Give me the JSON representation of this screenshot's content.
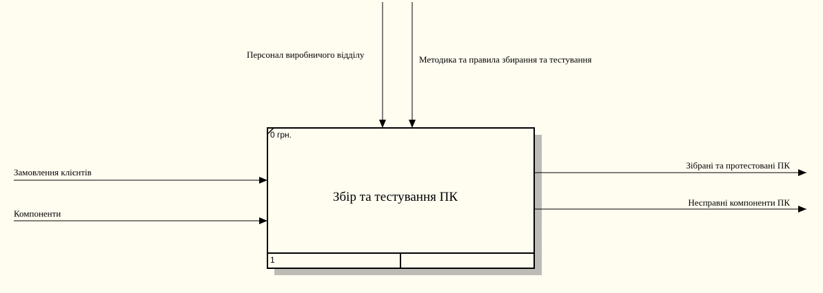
{
  "activity": {
    "title": "Збір та тестування ПК",
    "cost": "0 грн.",
    "node_number": "1"
  },
  "controls": [
    {
      "label": "Персонал виробничого відділу"
    },
    {
      "label": "Методика та правила збирання та тестування"
    }
  ],
  "inputs": [
    {
      "label": "Замовлення клієнтів"
    },
    {
      "label": "Компоненти"
    }
  ],
  "outputs": [
    {
      "label": "Зібрані та протестовані ПК"
    },
    {
      "label": "Несправні компоненти ПК"
    }
  ],
  "colors": {
    "background": "#fffcf0",
    "line": "#000000",
    "shadow": "hatched gray"
  }
}
